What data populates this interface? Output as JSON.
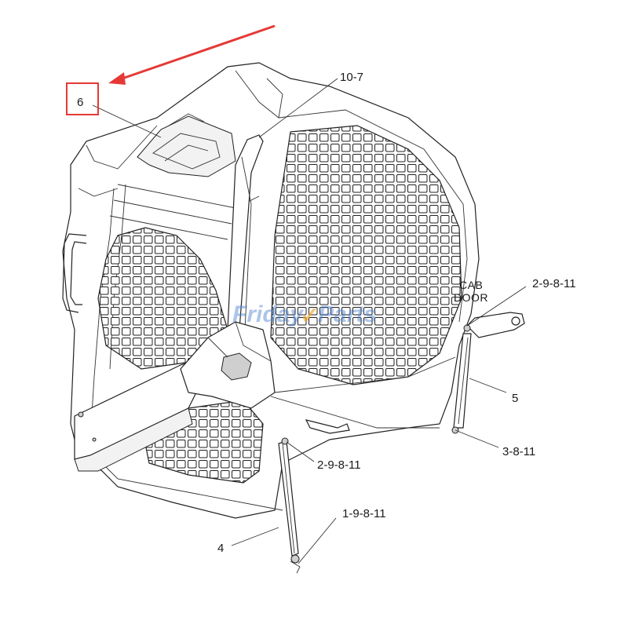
{
  "callouts": {
    "c6": "6",
    "c10_7": "10-7",
    "c2_9_8_11_right": "2-9-8-11",
    "c5": "5",
    "c3_8_11": "3-8-11",
    "c2_9_8_11_lower": "2-9-8-11",
    "c1_9_8_11": "1-9-8-11",
    "c4": "4"
  },
  "labels": {
    "cab": "CAB",
    "door": "DOOR"
  },
  "watermark": {
    "part1": "Friday",
    "part2": "Parts"
  },
  "colors": {
    "highlight_box": "#e53935",
    "arrow": "#e53935",
    "watermark_blue": "#4a7fd0",
    "watermark_orange": "#f0a020"
  }
}
